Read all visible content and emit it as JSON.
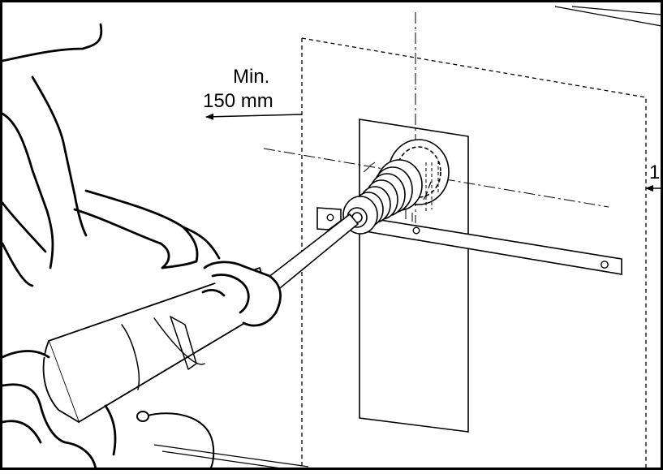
{
  "illustration": {
    "label_min_line1": "Min.",
    "label_min_line2": "150 mm",
    "label_right_partial": "1",
    "colors": {
      "line": "#000000",
      "background": "#ffffff"
    }
  }
}
